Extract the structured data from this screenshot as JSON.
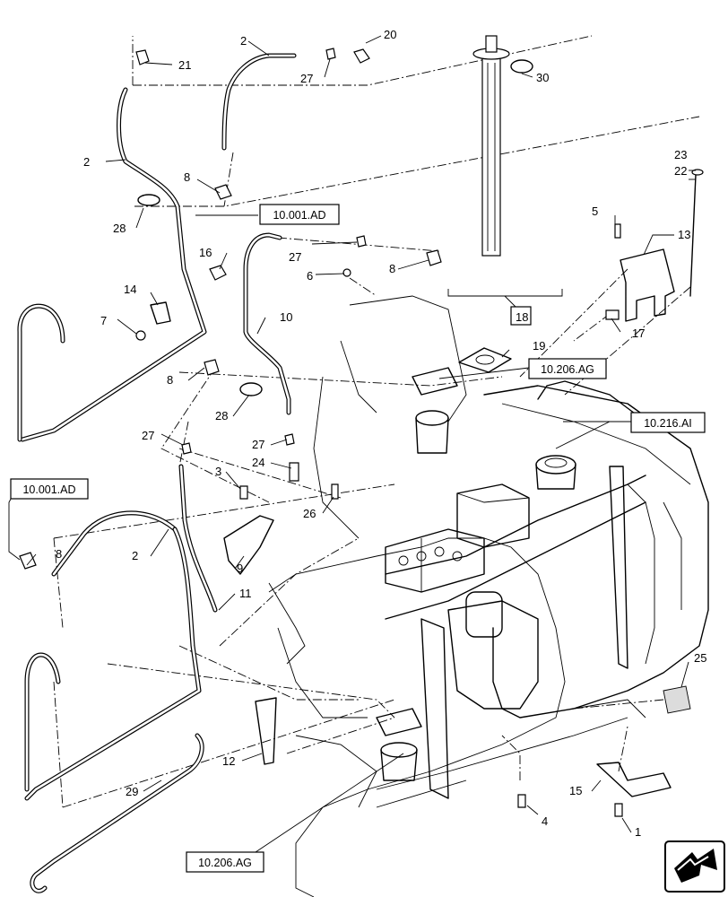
{
  "callouts": {
    "c1": "1",
    "c2a": "2",
    "c2b": "2",
    "c2c": "2",
    "c3": "3",
    "c4": "4",
    "c5": "5",
    "c6": "6",
    "c7": "7",
    "c8a": "8",
    "c8b": "8",
    "c8c": "8",
    "c8d": "8",
    "c9": "9",
    "c10": "10",
    "c11": "11",
    "c12": "12",
    "c13": "13",
    "c14": "14",
    "c15": "15",
    "c16": "16",
    "c17": "17",
    "c18": "18",
    "c19": "19",
    "c20": "20",
    "c21": "21",
    "c22": "22",
    "c23": "23",
    "c24": "24",
    "c25": "25",
    "c26": "26",
    "c27a": "27",
    "c27b": "27",
    "c27c": "27",
    "c27d": "27",
    "c28a": "28",
    "c28b": "28",
    "c29": "29",
    "c30": "30"
  },
  "references": {
    "ref_001_ad_top": "10.001.AD",
    "ref_001_ad_left": "10.001.AD",
    "ref_206_ag_mid": "10.206.AG",
    "ref_216_ai": "10.216.AI",
    "ref_206_ag_bottom": "10.206.AG"
  },
  "icons": {
    "nav_arrow": "forward-arrow-icon"
  }
}
